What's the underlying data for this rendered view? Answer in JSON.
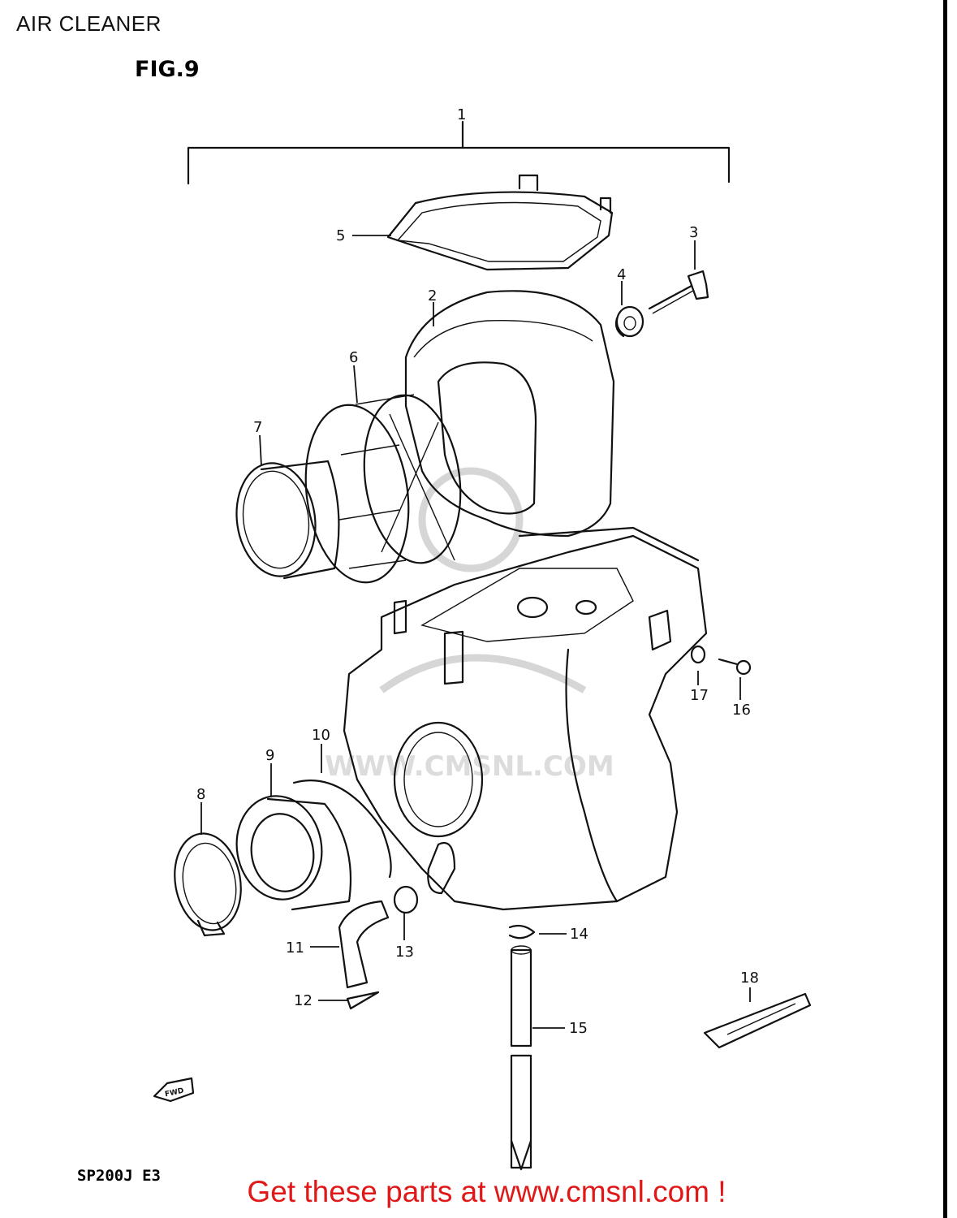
{
  "header": {
    "title": "AIR CLEANER"
  },
  "figure": {
    "label": "FIG.9",
    "model_code": "SP200J E3",
    "fwd_badge": "FWD"
  },
  "watermark": {
    "text": "WWW.CMSNL.COM"
  },
  "callouts": [
    "1",
    "2",
    "3",
    "4",
    "5",
    "6",
    "7",
    "8",
    "9",
    "10",
    "11",
    "12",
    "13",
    "14",
    "15",
    "16",
    "17",
    "18"
  ],
  "footer": {
    "promo": "Get these parts at www.cmsnl.com !"
  },
  "colors": {
    "promo_text": "#e01818",
    "ink": "#111111"
  }
}
